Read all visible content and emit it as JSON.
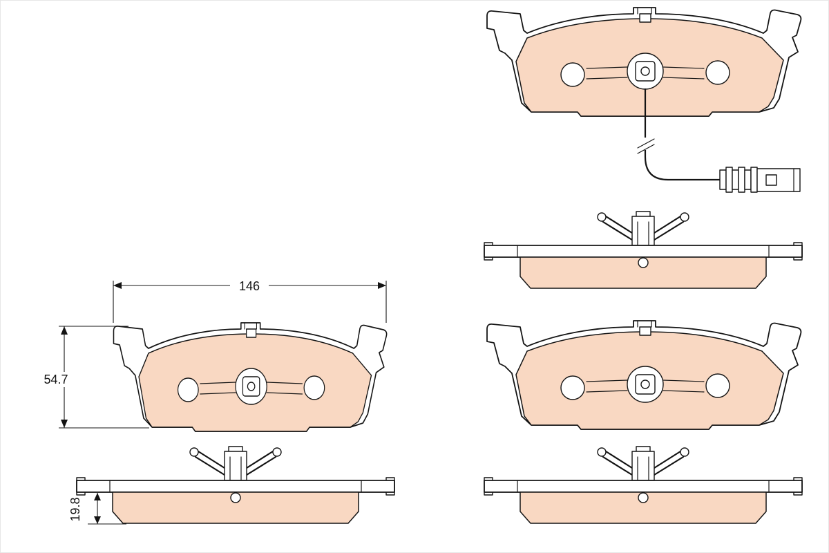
{
  "dimensions": {
    "width": "146",
    "height": "54.7",
    "thickness": "19.8"
  },
  "colors": {
    "pad_fill": "#f9d8c2",
    "line": "#141414",
    "background": "#ffffff"
  }
}
